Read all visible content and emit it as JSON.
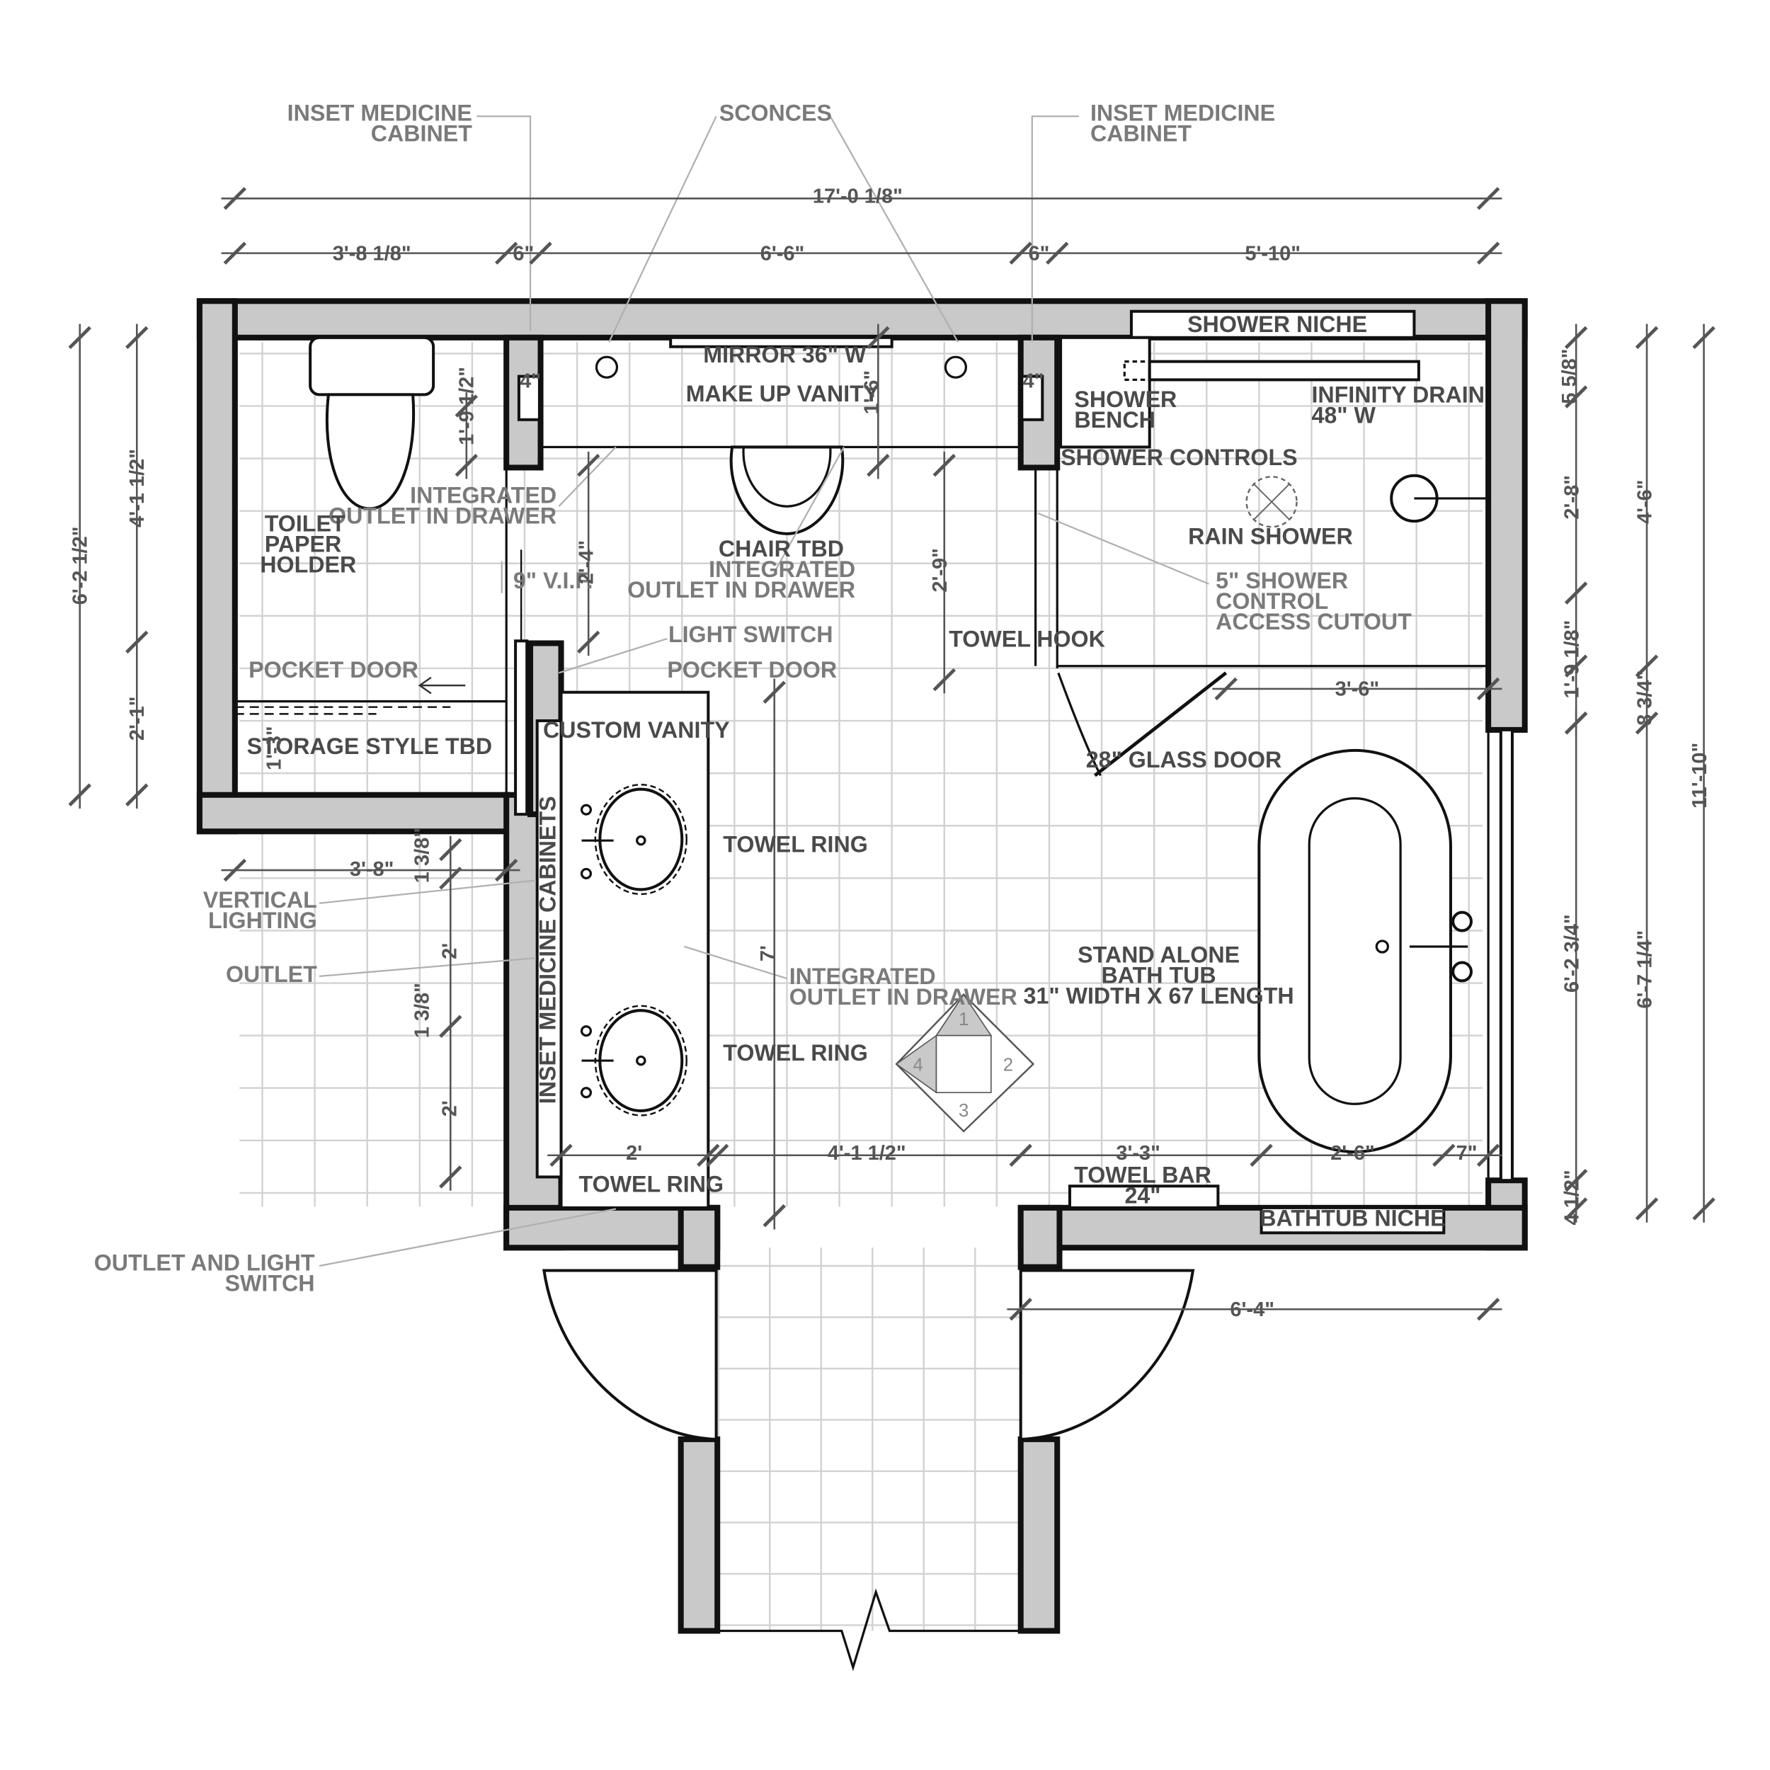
{
  "labels": {
    "inset_medicine_cabinet_left": [
      "INSET MEDICINE",
      "CABINET"
    ],
    "sconces": "SCONCES",
    "inset_medicine_cabinet_right": [
      "INSET MEDICINE",
      "CABINET"
    ],
    "shower_niche": "SHOWER NICHE",
    "mirror": "MIRROR 36\" W",
    "make_up_vanity": "MAKE UP VANITY",
    "shower_bench": [
      "SHOWER",
      "BENCH"
    ],
    "infinity_drain": [
      "INFINITY DRAIN",
      "48\" W"
    ],
    "shower_controls": "SHOWER CONTROLS",
    "integrated_outlet_1": [
      "INTEGRATED",
      "OUTLET IN DRAWER"
    ],
    "toilet_paper_holder": [
      "TOILET",
      "PAPER",
      "HOLDER"
    ],
    "chair": "CHAIR TBD",
    "integrated_outlet_2": [
      "INTEGRATED",
      "OUTLET IN DRAWER"
    ],
    "rain_shower": "RAIN SHOWER",
    "vif": "9\" V.I.F.",
    "shower_access": [
      "5\" SHOWER",
      "CONTROL",
      "ACCESS CUTOUT"
    ],
    "light_switch": "LIGHT SWITCH",
    "towel_hook": "TOWEL HOOK",
    "pocket_door_left": "POCKET DOOR",
    "pocket_door_right": "POCKET DOOR",
    "custom_vanity": "CUSTOM VANITY",
    "storage": "STORAGE STYLE TBD",
    "glass_door": "28\" GLASS DOOR",
    "towel_ring_1": "TOWEL RING",
    "vertical_lighting": [
      "VERTICAL",
      "LIGHTING"
    ],
    "inset_medicine_cabinets_vertical": "INSET MEDICINE CABINETS",
    "outlet": "OUTLET",
    "integrated_outlet_3": [
      "INTEGRATED",
      "OUTLET IN DRAWER"
    ],
    "stand_alone_tub": [
      "STAND ALONE",
      "BATH TUB",
      "31\" WIDTH X 67 LENGTH"
    ],
    "towel_ring_2": "TOWEL RING",
    "towel_bar": [
      "TOWEL BAR",
      "24\""
    ],
    "towel_ring_3": "TOWEL RING",
    "bathtub_niche": "BATHTUB NICHE",
    "outlet_and_light_switch": [
      "OUTLET AND LIGHT",
      "SWITCH"
    ],
    "rug_numbers": [
      "1",
      "2",
      "3",
      "4"
    ]
  },
  "dimensions": {
    "overall_width": "17'-0 1/8\"",
    "toilet_room_width": "3'-8 1/8\"",
    "wall_left": "6\"",
    "makeup_vanity_width": "6'-6\"",
    "wall_right": "6\"",
    "shower_width": "5'-10\"",
    "cabinet_left_depth": "4\"",
    "cabinet_right_depth": "4\"",
    "toilet_room_depth": "6'-2 1/2\"",
    "toilet_zone": "4'-1 1/2\"",
    "storage_zone": "2'-1\"",
    "makeup_depth": "1'-9 1/2\"",
    "makeup_counter": "1'-6\"",
    "chair_clear": "2'-4\"",
    "makeup_to_shower": "2'-9\"",
    "storage_shelf": "1'-3\"",
    "right_top_niche": "5 5/8\"",
    "shower_depth_a": "2'-8\"",
    "shower_depth_total": "4'-6\"",
    "shower_depth_b": "1'-9 1/8\"",
    "glass_panel": "8 3/4\"",
    "overall_depth": "11'-10\"",
    "shower_inner_width": "3'-6\"",
    "tub_zone_a": "6'-2 3/4\"",
    "tub_zone_b": "6'-7 1/4\"",
    "toilet_room_bottom": "3'-8\"",
    "light_gap_1": "1 3/8\"",
    "cab_height_1": "2'",
    "light_gap_2": "1 3/8\"",
    "cab_height_2": "2'",
    "vanity_height": "7'",
    "vanity_depth": "2'",
    "aisle_width": "4'-1 1/2\"",
    "tub_left_clear": "3'-3\"",
    "tub_width": "2'-6\"",
    "tub_right_clear": "7\"",
    "bottom_right_small": "4 1/2\"",
    "bath_bottom_width": "6'-4\""
  }
}
